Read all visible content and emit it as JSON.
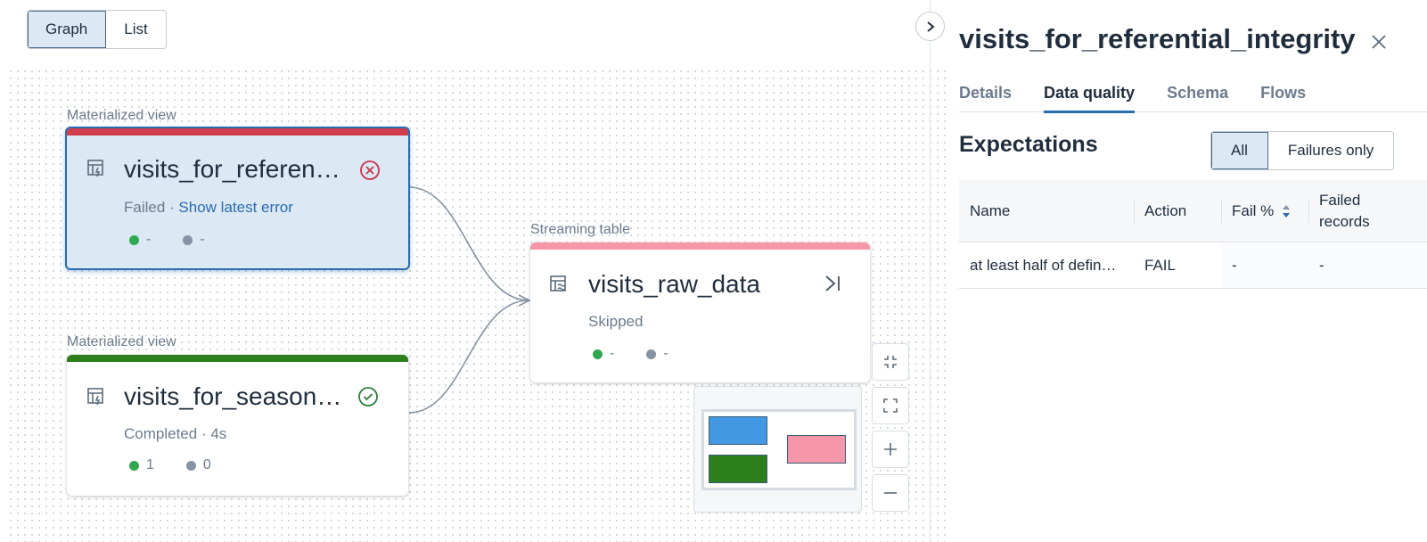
{
  "view_toggle": {
    "graph": "Graph",
    "list": "List"
  },
  "nodes": [
    {
      "type": "Materialized view",
      "title": "visits_for_referent…",
      "status": "Failed · ",
      "status_link": "Show latest error",
      "stat_a": "-",
      "stat_b": "-",
      "bar_color": "#d13c4b",
      "status_icon": "error-circle-icon"
    },
    {
      "type": "Materialized view",
      "title": "visits_for_season…",
      "status": "Completed · 4s",
      "stat_a": "1",
      "stat_b": "0",
      "bar_color": "#2d7f1b",
      "status_icon": "check-circle-icon"
    },
    {
      "type": "Streaming table",
      "title": "visits_raw_data",
      "status": "Skipped",
      "stat_a": "-",
      "stat_b": "-",
      "bar_color": "#f597a8",
      "status_icon": "skip-icon"
    }
  ],
  "panel": {
    "title": "visits_for_referential_integrity",
    "tabs": [
      "Details",
      "Data quality",
      "Schema",
      "Flows"
    ],
    "active_tab": "Data quality",
    "section_title": "Expectations",
    "filter": {
      "all": "All",
      "failures": "Failures only"
    },
    "columns": [
      "Name",
      "Action",
      "Fail %",
      "Failed records"
    ],
    "rows": [
      {
        "name": "at least half of defin…",
        "action": "FAIL",
        "fail_pct": "-",
        "failed_records": "-"
      }
    ]
  },
  "colors": {
    "accent": "#2a6cb0",
    "failed": "#d13c4b",
    "completed": "#2d7f1b",
    "streaming": "#f597a8",
    "minimap_selected": "#4299e1"
  }
}
